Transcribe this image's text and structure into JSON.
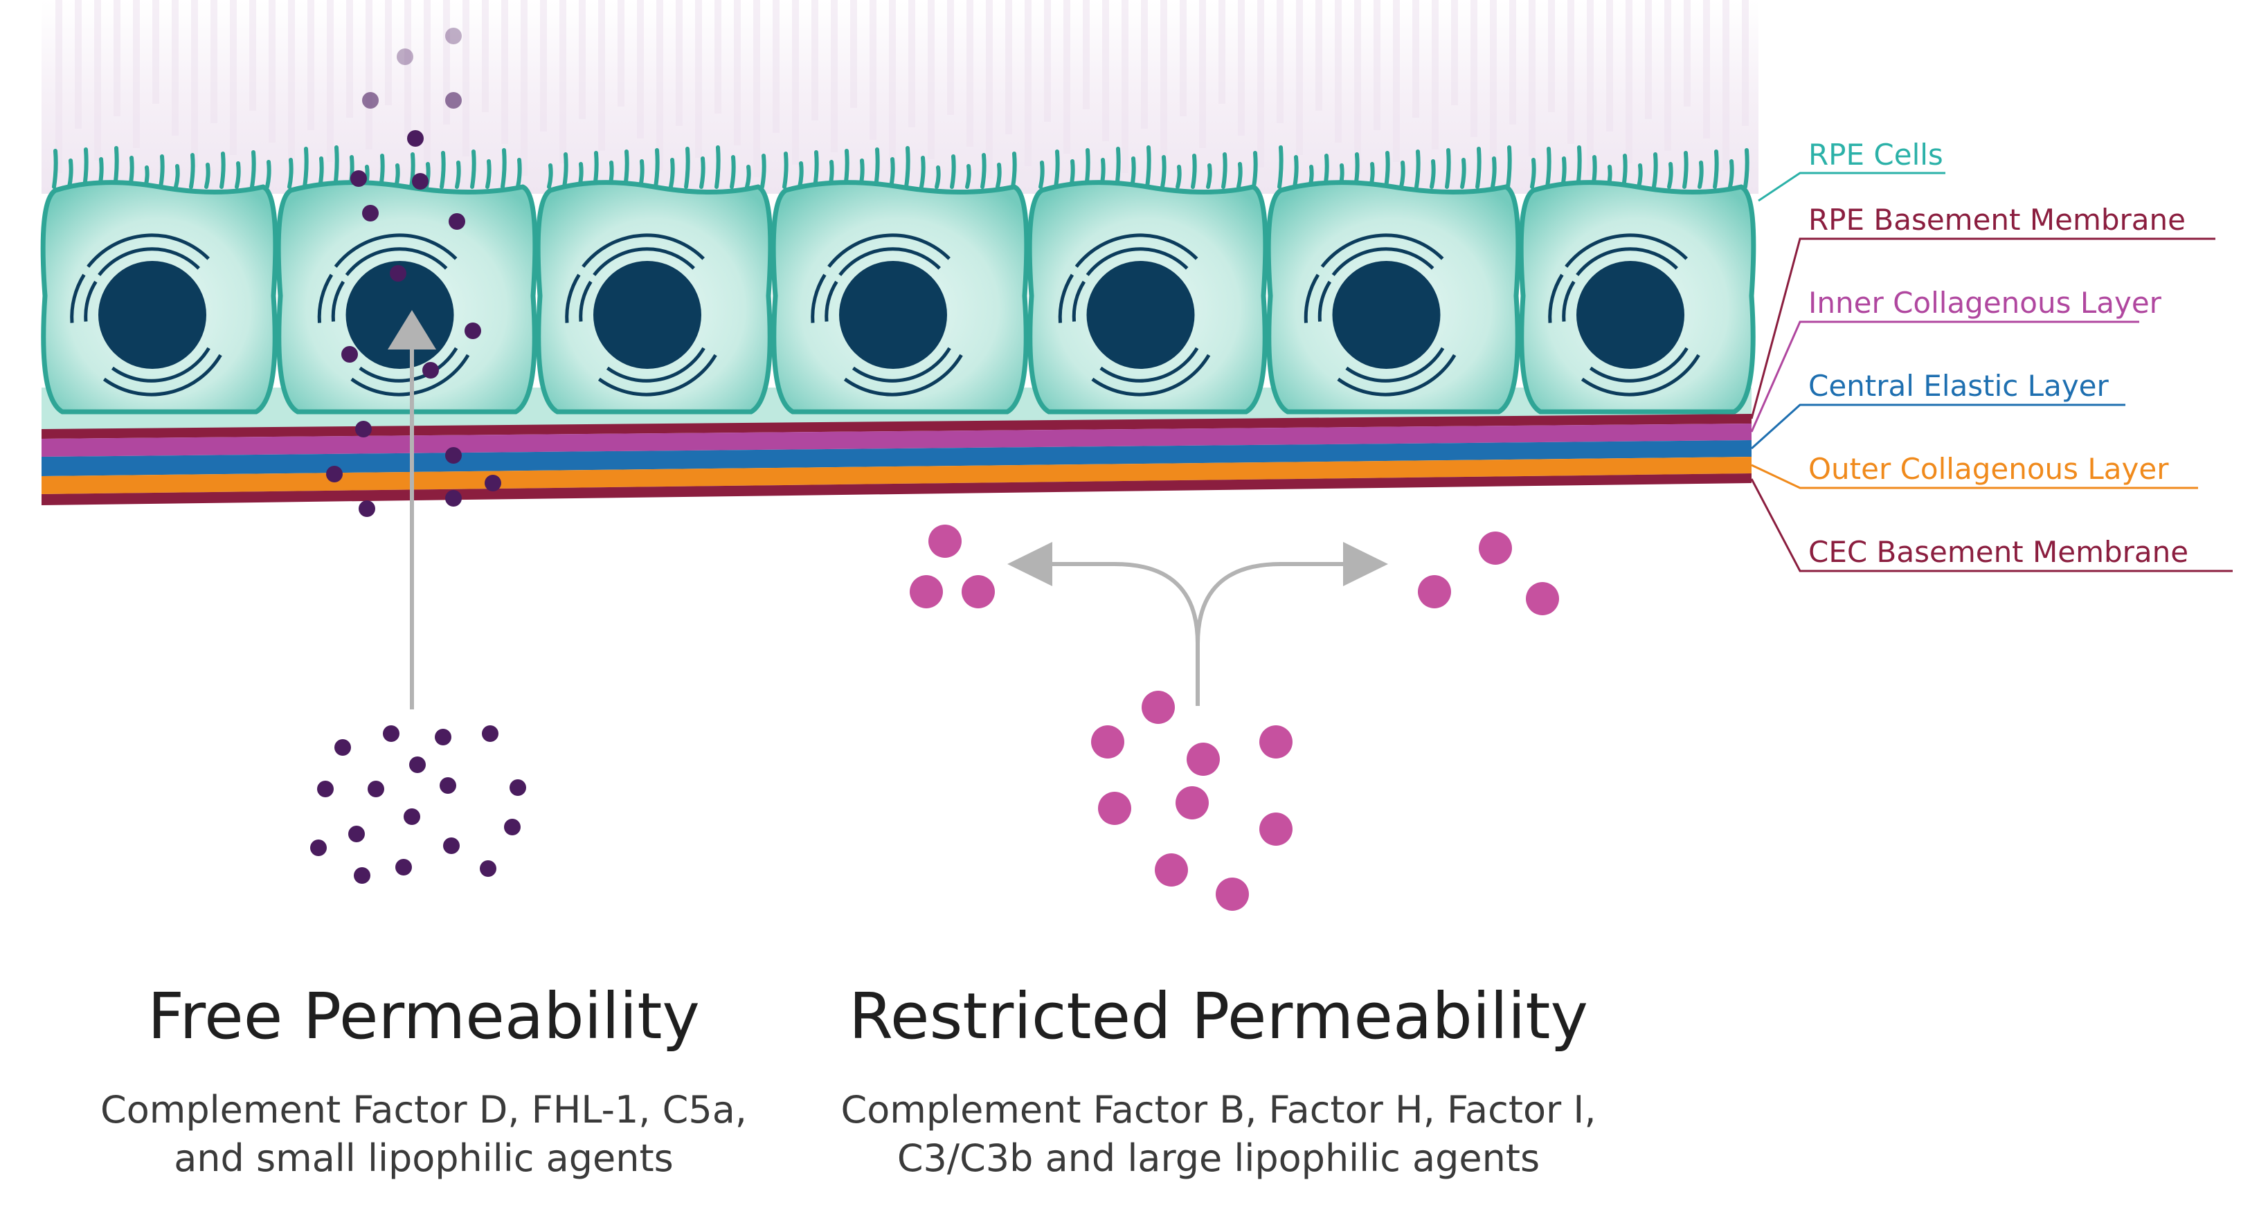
{
  "labels": {
    "rpe_cells": "RPE Cells",
    "rpe_basement_membrane": "RPE Basement Membrane",
    "inner_collagenous_layer": "Inner Collagenous Layer",
    "central_elastic_layer": "Central Elastic Layer",
    "outer_collagenous_layer": "Outer Collagenous Layer",
    "cec_basement_membrane": "CEC Basement Membrane"
  },
  "free": {
    "title": "Free Permeability",
    "line1": "Complement Factor D, FHL-1, C5a,",
    "line2": "and small lipophilic agents"
  },
  "restricted": {
    "title": "Restricted Permeability",
    "line1": "Complement Factor B, Factor H, Factor I,",
    "line2": "C3/C3b and large lipophilic agents"
  },
  "colors": {
    "rpe_cell_fill": "#c9ece4",
    "rpe_cell_edge": "#2fa596",
    "nucleus": "#0c3c5c",
    "rpe_label": "#2bb1a8",
    "rpe_bm": "#8b1e3f",
    "inner_collagen": "#b0479f",
    "central_elastic": "#1e6fb0",
    "outer_collagen": "#f08a1c",
    "cec_bm": "#8b1e3f",
    "small_molecule": "#4a1c5e",
    "large_molecule": "#c6519f",
    "arrow": "#b3b3b3"
  }
}
